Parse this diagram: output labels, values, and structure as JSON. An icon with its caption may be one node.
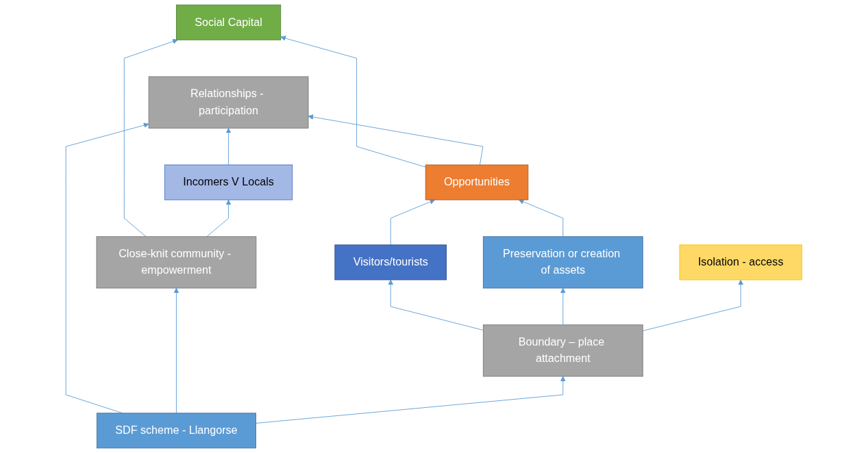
{
  "diagram": {
    "nodes": [
      {
        "text": [
          "Incomers V Locals"
        ]
      },
      {
        "text": [
          "Social Capital"
        ]
      },
      {
        "text": [
          "Close-knit community - empowerment"
        ]
      },
      {
        "text": [
          "Relationships - participation"
        ]
      },
      {
        "text": [
          "SDF scheme - Llangorse"
        ]
      },
      {
        "text": [
          "Visitors/tourists"
        ]
      },
      {
        "text": [
          "Opportunities"
        ]
      },
      {
        "text": [
          "Boundary – place attachment"
        ]
      },
      {
        "text": [
          "Preservation or creation of assets"
        ]
      },
      {
        "text": [
          "Isolation - access"
        ]
      }
    ],
    "edges": [
      {
        "from": 2,
        "to": 1,
        "arrow": "to"
      },
      {
        "from": 2,
        "to": 0,
        "arrow": "to"
      },
      {
        "from": 0,
        "to": 3,
        "arrow": "to"
      },
      {
        "from": 4,
        "to": 3,
        "arrow": "to"
      },
      {
        "from": 4,
        "to": 2,
        "arrow": "to"
      },
      {
        "from": 6,
        "to": 1,
        "arrow": "to"
      },
      {
        "from": 6,
        "to": 3,
        "arrow": "to"
      },
      {
        "from": 5,
        "to": 6,
        "arrow": "to"
      },
      {
        "from": 4,
        "to": 7,
        "arrow": "to"
      },
      {
        "from": 7,
        "to": 5,
        "arrow": "to"
      },
      {
        "from": 7,
        "to": 8,
        "arrow": "to"
      },
      {
        "from": 7,
        "to": 9,
        "arrow": "to"
      },
      {
        "from": 8,
        "to": 6,
        "arrow": "to"
      }
    ]
  }
}
